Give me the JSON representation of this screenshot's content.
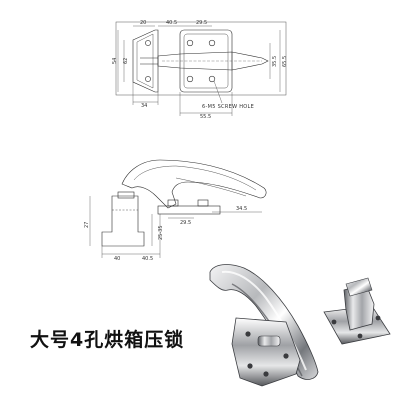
{
  "top_view": {
    "dims": {
      "d20": "20",
      "d40_5_top": "40.5",
      "d29_5_top": "29.5",
      "d62": "62",
      "d54": "54",
      "d35_5": "35.5",
      "d65_5": "65.5",
      "d34": "34",
      "d55_5": "55.5"
    },
    "screw_note": "6-M5 SCREW HOLE"
  },
  "side_view": {
    "dims": {
      "d34_5": "34.5",
      "d29_5": "29.5",
      "d25_35": "25-35",
      "d27": "27",
      "d40": "40",
      "d40_5": "40.5"
    }
  },
  "caption": "大号4孔烘箱压锁",
  "colors": {
    "line": "#2b2b2b",
    "dim_line": "#444444",
    "metal_light": "#e9e9ea",
    "metal_mid": "#a9abae",
    "metal_dark": "#4a4c50"
  }
}
